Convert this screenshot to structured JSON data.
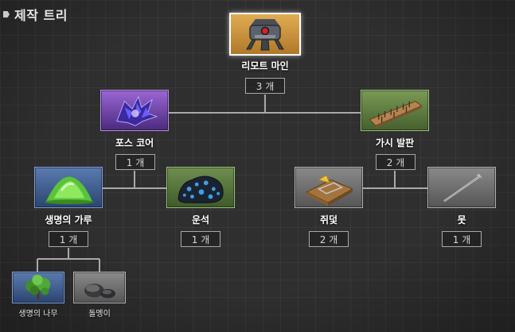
{
  "header": {
    "title": "제작 트리"
  },
  "nodes": {
    "remote_mine": {
      "name": "리모트 마인",
      "qty": "3 개",
      "icon": "remote-mine-icon",
      "rarity_color": "#d9a246"
    },
    "force_core": {
      "name": "포스 코어",
      "qty": "1 개",
      "icon": "force-core-icon",
      "rarity_color": "#7a4fb0"
    },
    "spike_plate": {
      "name": "가시 발판",
      "qty": "2 개",
      "icon": "spike-plate-icon",
      "rarity_color": "#5b7a3e"
    },
    "life_powder": {
      "name": "생명의 가루",
      "qty": "1 개",
      "icon": "life-powder-icon",
      "rarity_color": "#3f5e8e"
    },
    "meteorite": {
      "name": "운석",
      "qty": "1 개",
      "icon": "meteorite-icon",
      "rarity_color": "#5b7a3e"
    },
    "mousetrap": {
      "name": "쥐덫",
      "qty": "2 개",
      "icon": "mousetrap-icon",
      "rarity_color": "#7a7a7a"
    },
    "nail": {
      "name": "못",
      "qty": "1 개",
      "icon": "nail-icon",
      "rarity_color": "#7a7a7a"
    },
    "tree_of_life": {
      "name": "생명의 나무",
      "icon": "tree-of-life-icon",
      "rarity_color": "#3f5e8e"
    },
    "stone": {
      "name": "돌멩이",
      "icon": "stone-icon",
      "rarity_color": "#7a7a7a"
    }
  }
}
